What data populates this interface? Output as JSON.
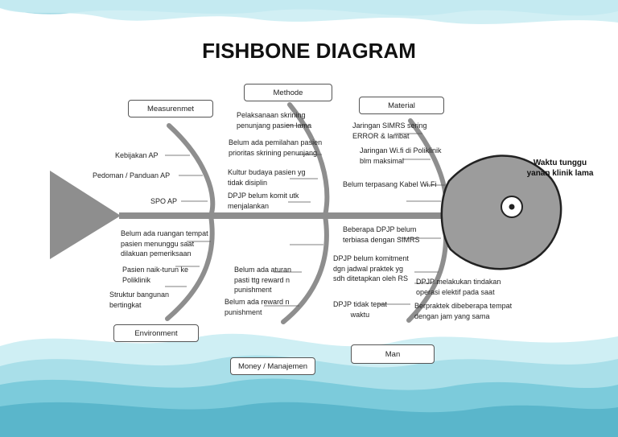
{
  "title": "FISHBONE DIAGRAM",
  "head_label": [
    "Waktu tunggu",
    "yanan klinik lama"
  ],
  "categories": {
    "measurement": "Measurenmet",
    "method": "Methode",
    "material": "Material",
    "environment": "Environment",
    "money": "Money / Manajemen",
    "man": "Man"
  },
  "causes": {
    "measurement": [
      "Kebijakan AP",
      "Pedoman / Panduan AP",
      "SPO AP"
    ],
    "environment": [
      [
        "Belum ada ruangan tempat",
        "pasien menunggu saat",
        "dilakuan pemeriksaan"
      ],
      [
        "Pasien naik-turun ke",
        "Poliklinik"
      ],
      [
        "Struktur bangunan",
        "bertingkat"
      ]
    ],
    "method": [
      [
        "Pelaksanaan skrining",
        "penunjang pasien lama"
      ],
      [
        "Belum ada pemilahan pasien",
        "prioritas skrining penunjang"
      ],
      [
        "Kultur budaya pasien yg",
        "tidak disiplin"
      ],
      [
        "DPJP belum komit utk",
        "menjalankan"
      ]
    ],
    "money": [
      [
        "Belum ada aturan",
        "pasti ttg reward n",
        "punishment"
      ],
      [
        "Belum ada reward n",
        "punishment"
      ]
    ],
    "material": [
      [
        "Jaringan SIMRS sering",
        "ERROR & lambat"
      ],
      [
        "Jaringan Wi.fi di Poliklinik",
        "blm maksimal"
      ],
      [
        "Belum terpasang Kabel Wi.Fi"
      ]
    ],
    "man": [
      [
        "Beberapa DPJP belum",
        "terbiasa dengan SIMRS"
      ],
      [
        "DPJP belum komitment",
        "dgn jadwal praktek yg",
        "sdh ditetapkan oleh RS"
      ],
      [
        "DPJP tidak tepat",
        "waktu"
      ],
      [
        "DPJP melakukan tindakan",
        "operasi elektif pada saat"
      ],
      [
        "Berpraktek dibeberapa tempat",
        "dengan jam yang sama"
      ]
    ]
  },
  "colors": {
    "wave_light": "#bfe6ee",
    "wave_mid": "#8dd0de",
    "wave_dark": "#5db7cc",
    "fish": "#9c9c9c",
    "fish_outline": "#222222"
  }
}
